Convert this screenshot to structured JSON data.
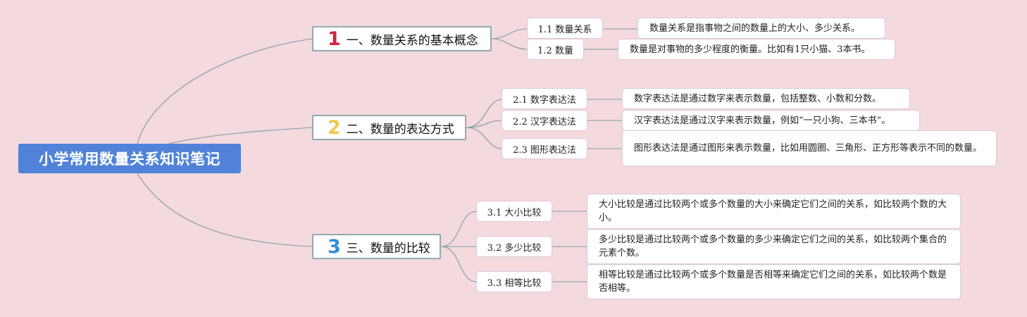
{
  "root": {
    "title": "小学常用数量关系知识笔记"
  },
  "colors": {
    "background": "#f4d9df",
    "root": "#5083d8",
    "line": "#7b9e96",
    "number_1": "#d0263b",
    "number_2": "#f2c94c",
    "number_3": "#2f8fd8"
  },
  "topics": [
    {
      "number": "1",
      "label": "一、数量关系的基本概念",
      "subs": [
        {
          "label": "1.1 数量关系",
          "desc": "数量关系是指事物之间的数量上的大小、多少关系。"
        },
        {
          "label": "1.2 数量",
          "desc": "数量是对事物的多少程度的衡量。比如有1只小猫、3本书。"
        }
      ]
    },
    {
      "number": "2",
      "label": "二、数量的表达方式",
      "subs": [
        {
          "label": "2.1 数字表达法",
          "desc": "数字表达法是通过数字来表示数量，包括整数、小数和分数。"
        },
        {
          "label": "2.2 汉字表达法",
          "desc": "汉字表达法是通过汉字来表示数量，例如“一只小狗、三本书”。"
        },
        {
          "label": "2.3 图形表达法",
          "desc": "图形表达法是通过图形来表示数量，比如用圆圈、三角形、正方形等表示不同的数量。"
        }
      ]
    },
    {
      "number": "3",
      "label": "三、数量的比较",
      "subs": [
        {
          "label": "3.1 大小比较",
          "desc": "大小比较是通过比较两个或多个数量的大小来确定它们之间的关系，如比较两个数的大小。"
        },
        {
          "label": "3.2 多少比较",
          "desc": "多少比较是通过比较两个或多个数量的多少来确定它们之间的关系，如比较两个集合的元素个数。"
        },
        {
          "label": "3.3 相等比较",
          "desc": "相等比较是通过比较两个或多个数量是否相等来确定它们之间的关系，如比较两个数是否相等。"
        }
      ]
    }
  ]
}
